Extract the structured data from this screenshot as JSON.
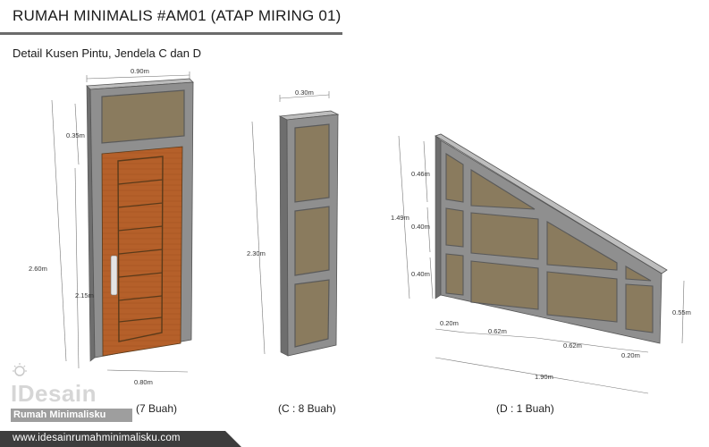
{
  "header": {
    "title": "RUMAH MINIMALIS #AM01 (ATAP MIRING 01)",
    "subtitle": "Detail Kusen Pintu, Jendela C dan D"
  },
  "door": {
    "caption": "(7 Buah)",
    "dims": {
      "width_top": "0.90m",
      "transom": "0.35m",
      "total": "2.60m",
      "leaf": "2.15m",
      "width_bottom": "0.80m"
    }
  },
  "window_c": {
    "caption": "(C : 8 Buah)",
    "dims": {
      "width": "0.30m",
      "height": "2.30m"
    }
  },
  "window_d": {
    "caption": "(D : 1 Buah)",
    "dims": {
      "h1": "0.46m",
      "h2": "0.40m",
      "h3": "0.40m",
      "total_h": "1.49m",
      "w1": "0.20m",
      "w2": "0.62m",
      "w3": "0.62m",
      "w4": "0.20m",
      "total_w": "1.90m",
      "right_h": "0.55m"
    }
  },
  "footer": {
    "url": "www.idesainrumahminimalisku.com"
  },
  "logo": {
    "main": "IDesain",
    "sub": "Rumah Minimalisku"
  },
  "colors": {
    "frame": "#8c8c8c",
    "glass": "#8a7b5e",
    "wood": "#b8622a",
    "handle": "#e0e0e0"
  }
}
